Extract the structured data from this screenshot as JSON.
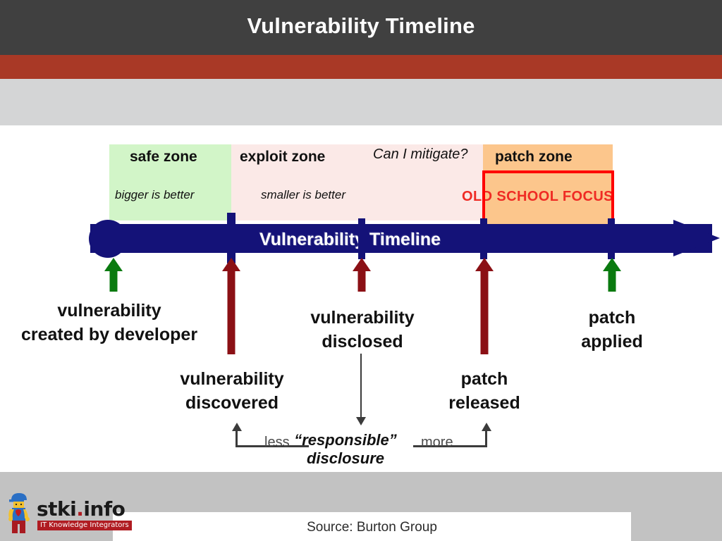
{
  "slide": {
    "title": "Vulnerability Timeline",
    "accent_color": "#a93926",
    "header_color": "#404040"
  },
  "diagram": {
    "timeline_label": "Vulnerability Timeline",
    "timeline_color": "#141278",
    "zones": [
      {
        "name": "safe",
        "title": "safe zone",
        "subtitle": "bigger is better",
        "color": "#d2f5c8"
      },
      {
        "name": "exploit",
        "title": "exploit zone",
        "subtitle": "smaller is better",
        "color": "#fbe9e7"
      },
      {
        "name": "patch",
        "title": "patch zone",
        "subtitle": "",
        "color": "#fcc68c"
      }
    ],
    "mitigate_question": "Can I mitigate?",
    "highlight": {
      "label": "OLD SCHOOL FOCUS",
      "color": "#fe0000"
    },
    "events": [
      {
        "id": "created",
        "line1": "vulnerability",
        "line2": "created by developer",
        "arrow_color": "#0a7a0f"
      },
      {
        "id": "discovered",
        "line1": "vulnerability",
        "line2": "discovered",
        "arrow_color": "#8b1015"
      },
      {
        "id": "disclosed",
        "line1": "vulnerability",
        "line2": "disclosed",
        "arrow_color": "#8b1015"
      },
      {
        "id": "released",
        "line1": "patch",
        "line2": "released",
        "arrow_color": "#8b1015"
      },
      {
        "id": "applied",
        "line1": "patch",
        "line2": "applied",
        "arrow_color": "#0a7a0f"
      }
    ],
    "disclosure": {
      "less": "less",
      "more": "more",
      "line1": "“responsible”",
      "line2": "disclosure"
    }
  },
  "footer": {
    "source": "Source: Burton Group",
    "logo_word_1": "stki",
    "logo_dot": ".",
    "logo_word_2": "info",
    "logo_tagline": "IT Knowledge Integrators"
  }
}
